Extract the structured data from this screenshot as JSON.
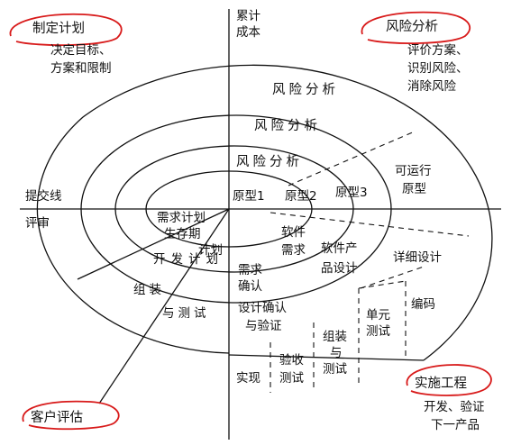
{
  "axes": {
    "top": [
      "累计",
      "成本"
    ],
    "left": "提交线",
    "review": "评审"
  },
  "quadrants": {
    "top_left": {
      "title": "制定计划",
      "desc": [
        "决定目标、",
        "方案和限制"
      ]
    },
    "top_right": {
      "title": "风险分析",
      "desc": [
        "评价方案、",
        "识别风险、",
        "消除风险"
      ]
    },
    "bottom_right": {
      "title": "实施工程",
      "desc": [
        "开发、验证",
        "下一产品"
      ]
    },
    "bottom_left": {
      "title": "客户评估"
    }
  },
  "risk": {
    "r1": "风险分析",
    "r2": "风险分析",
    "r3": "风险分析"
  },
  "prototypes": {
    "p1": "原型1",
    "p2": "原型2",
    "p3": "原型3",
    "op": [
      "可运行",
      "原型"
    ]
  },
  "plans": {
    "req": [
      "需求计划",
      "生存期"
    ],
    "req2": "计划",
    "dev": "开发计划",
    "assembly": [
      "组装",
      "与测试"
    ]
  },
  "steps": {
    "software_req": [
      "软件",
      "需求"
    ],
    "req_confirm": [
      "需求",
      "确认"
    ],
    "product_design": [
      "软件产",
      "品设计"
    ],
    "design_verify": [
      "设计确认",
      "与验证"
    ],
    "detail_design": "详细设计",
    "coding": "编码",
    "unit_test": [
      "单元",
      "测试"
    ],
    "assembly_test": [
      "组装",
      "与",
      "测试"
    ],
    "acceptance": [
      "验收",
      "测试"
    ],
    "implement": "实现"
  }
}
